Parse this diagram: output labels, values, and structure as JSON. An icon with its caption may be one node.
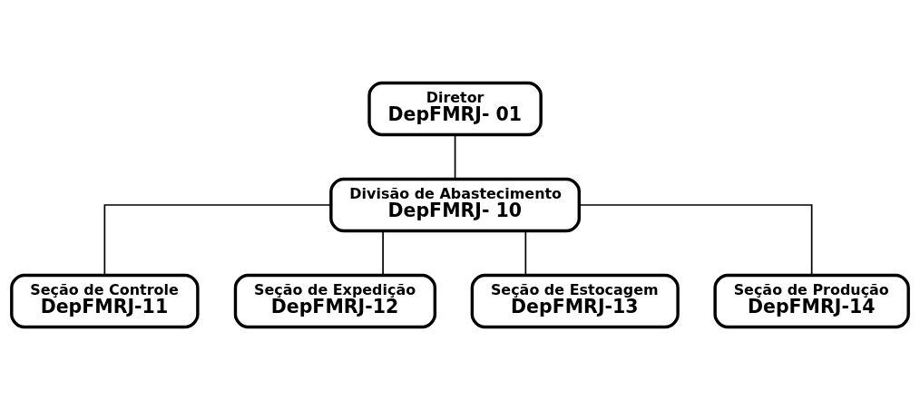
{
  "diagram": {
    "nodes": [
      {
        "text": [
          "Diretor",
          "DepFMRJ- 01"
        ]
      },
      {
        "text": [
          "Divisão de Abastecimento",
          "DepFMRJ- 10"
        ]
      },
      {
        "text": [
          "Seção de Controle",
          "DepFMRJ-11"
        ]
      },
      {
        "text": [
          "Seção de Expedição",
          "DepFMRJ-12"
        ]
      },
      {
        "text": [
          "Seção de Estocagem",
          "DepFMRJ-13"
        ]
      },
      {
        "text": [
          "Seção de Produção",
          "DepFMRJ-14"
        ]
      }
    ],
    "edges": [
      {
        "from": 0,
        "to": 1,
        "arrow": "none"
      },
      {
        "from": 1,
        "to": 2,
        "arrow": "none"
      },
      {
        "from": 1,
        "to": 3,
        "arrow": "none"
      },
      {
        "from": 1,
        "to": 4,
        "arrow": "none"
      },
      {
        "from": 1,
        "to": 5,
        "arrow": "none"
      }
    ]
  }
}
